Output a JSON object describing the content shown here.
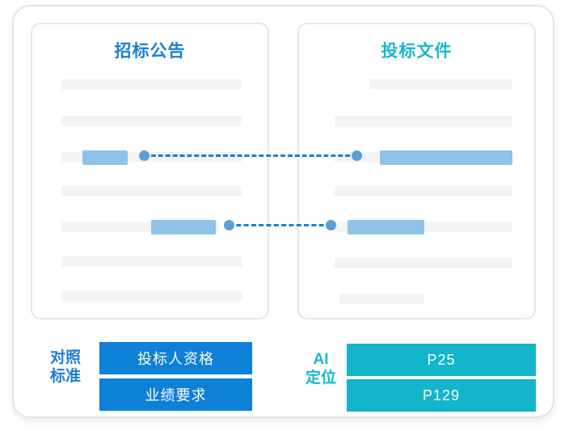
{
  "diagram": {
    "left_doc": {
      "title": "招标公告"
    },
    "right_doc": {
      "title": "投标文件"
    },
    "footer": {
      "compare_label_line1": "对照",
      "compare_label_line2": "标准",
      "compare_button_1": "投标人资格",
      "compare_button_2": "业绩要求",
      "ai_label_line1": "AI",
      "ai_label_line2": "定位",
      "ai_button_1": "P25",
      "ai_button_2": "P129"
    },
    "colors": {
      "blue_text": "#1b7fd4",
      "teal_text": "#17b8cb",
      "blue_button": "#0d80d8",
      "teal_button": "#12b5c9",
      "highlight_bar": "#8fc3e9",
      "connector_dot": "#5b9fd6",
      "placeholder_line": "#f4f4f4"
    }
  }
}
